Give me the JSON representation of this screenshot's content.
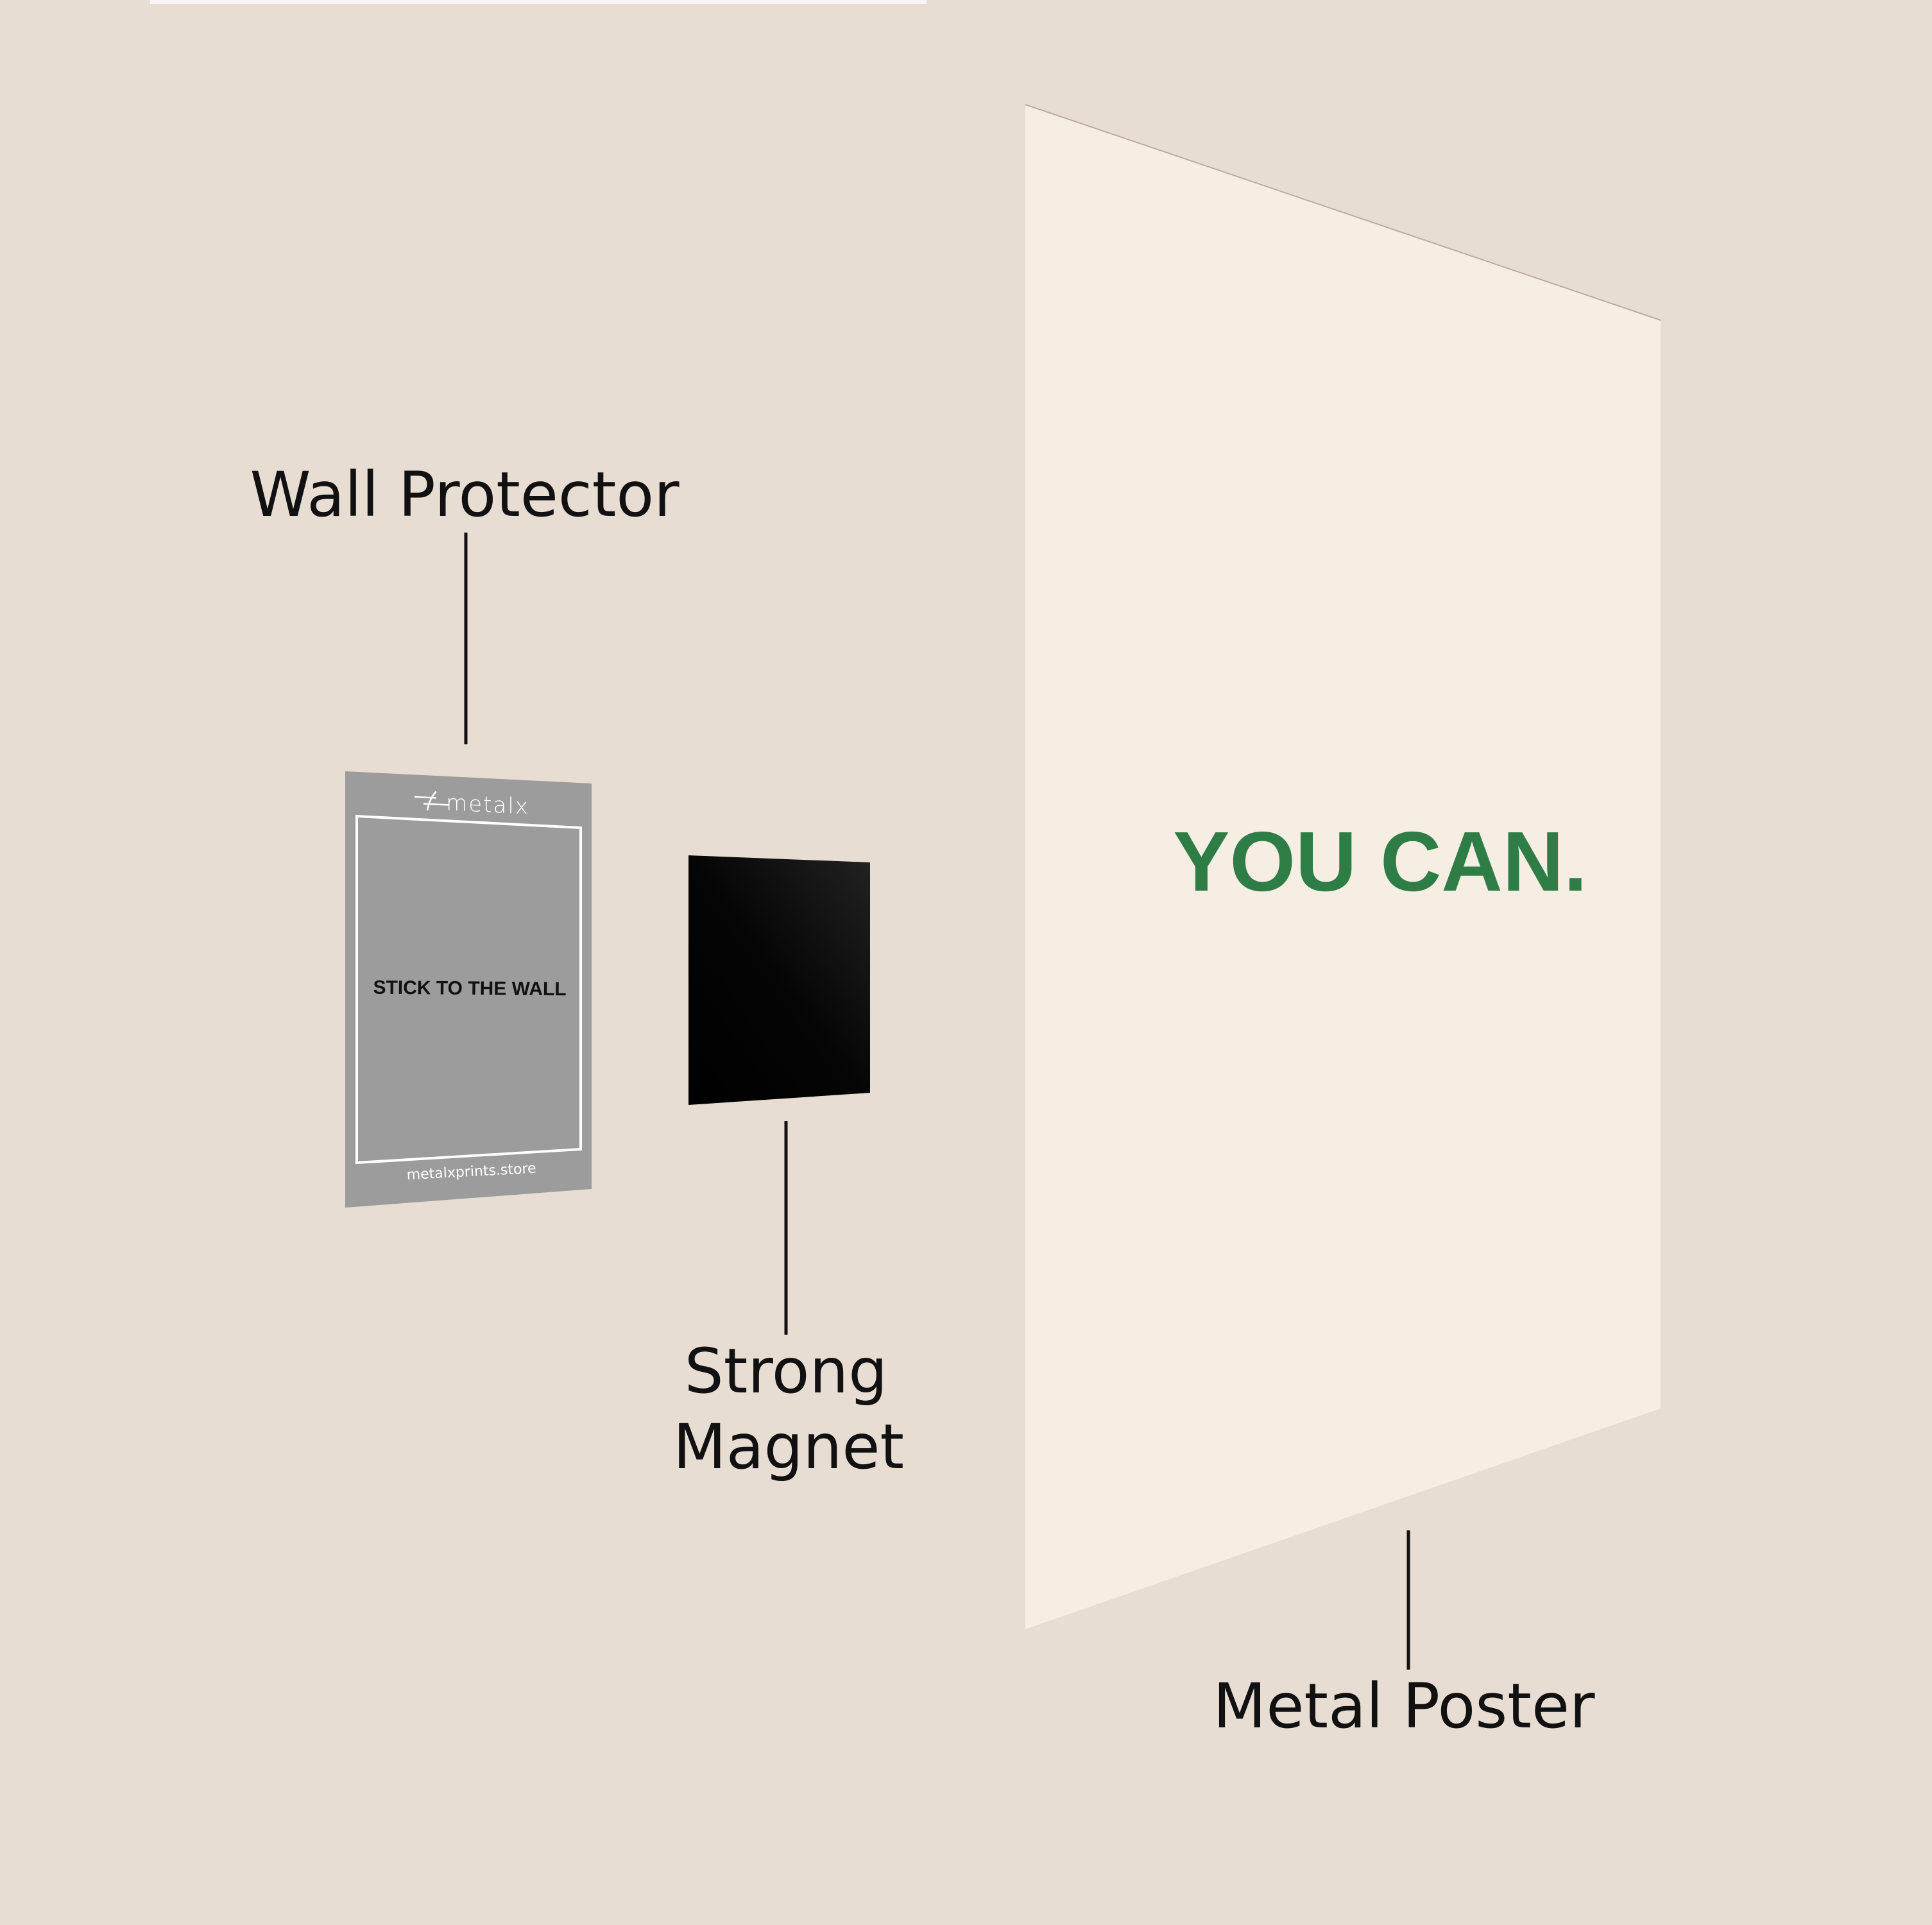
{
  "labels": {
    "wall_protector": "Wall Protector",
    "strong_magnet_line1": "Strong",
    "strong_magnet_line2": "Magnet",
    "metal_poster": "Metal Poster"
  },
  "wall_protector": {
    "logo": "metalx",
    "center_text": "STICK TO THE WALL",
    "url": "metalxprints.store"
  },
  "poster": {
    "text": "YOU CAN."
  },
  "colors": {
    "background": "#e8ddd3",
    "poster": "#f6ede3",
    "poster_text": "#2e7d46",
    "protector": "#9c9c9c",
    "magnet": "#0a0a0a"
  }
}
